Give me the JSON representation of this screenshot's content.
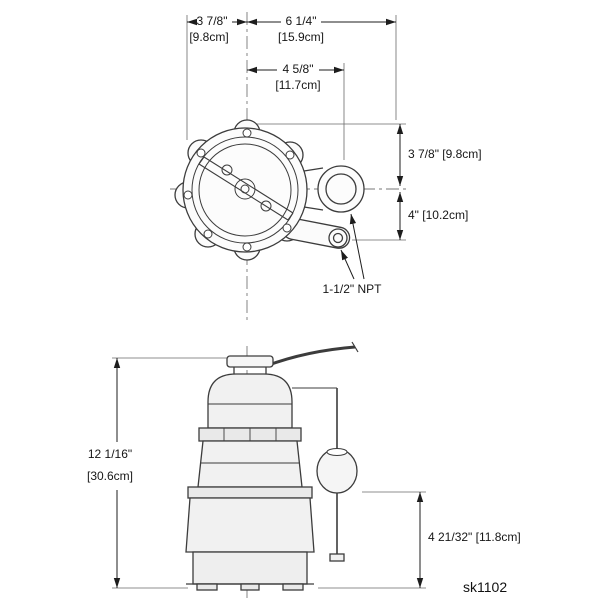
{
  "drawing_code": "sk1102",
  "top_view": {
    "dim_center_to_left": {
      "inches": "3 7/8\"",
      "metric": "[9.8cm]"
    },
    "dim_center_to_right": {
      "inches": "6 1/4\"",
      "metric": "[15.9cm]"
    },
    "dim_center_to_discharge": {
      "inches": "4 5/8\"",
      "metric": "[11.7cm]"
    },
    "dim_top_to_centerline": "3 7/8\" [9.8cm]",
    "dim_centerline_to_port": "4\" [10.2cm]",
    "discharge_label": "1-1/2\" NPT"
  },
  "side_view": {
    "dim_overall_height": {
      "inches": "12 1/16\"",
      "metric": "[30.6cm]"
    },
    "dim_float_to_base": "4 21/32\" [11.8cm]"
  }
}
